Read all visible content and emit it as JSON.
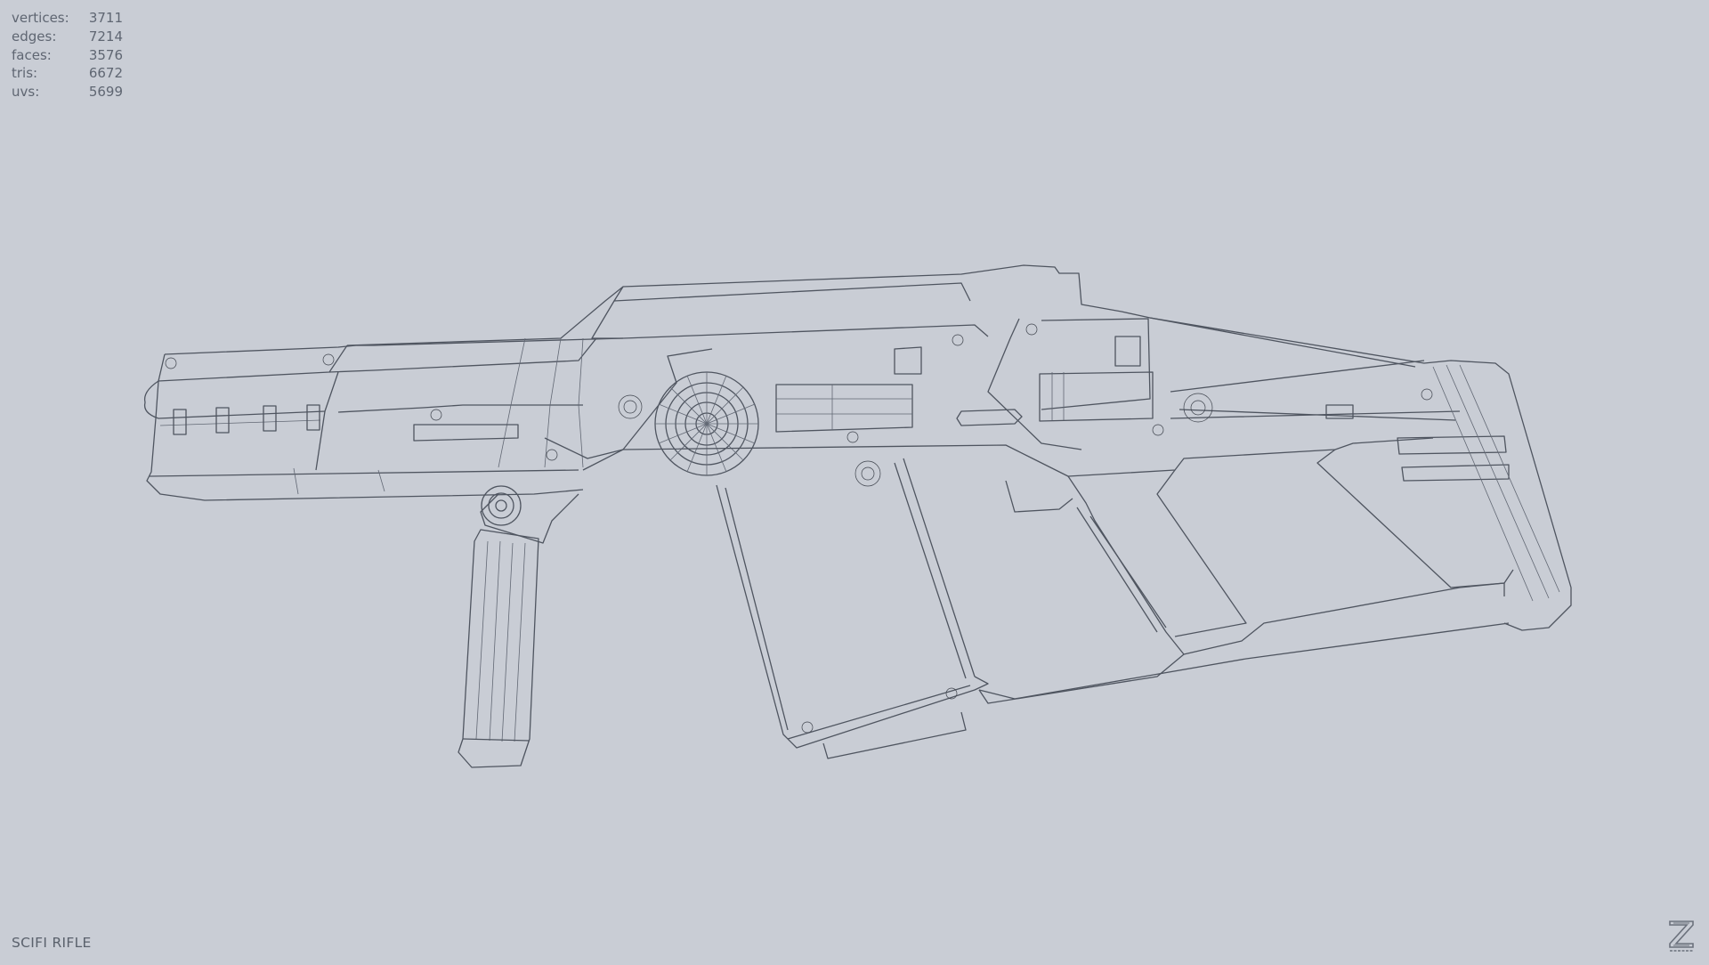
{
  "stats": {
    "rows": [
      {
        "label": "vertices:",
        "value": "3711"
      },
      {
        "label": "edges:",
        "value": "7214"
      },
      {
        "label": "faces:",
        "value": "3576"
      },
      {
        "label": "tris:",
        "value": "6672"
      },
      {
        "label": "uvs:",
        "value": "5699"
      }
    ]
  },
  "model": {
    "title": "SCIFI RIFLE",
    "display_mode": "wireframe",
    "wire_color": "#4f5560",
    "background_color": "#c9cdd5"
  },
  "logo": {
    "icon": "z-logo-icon",
    "letter": "Z"
  }
}
